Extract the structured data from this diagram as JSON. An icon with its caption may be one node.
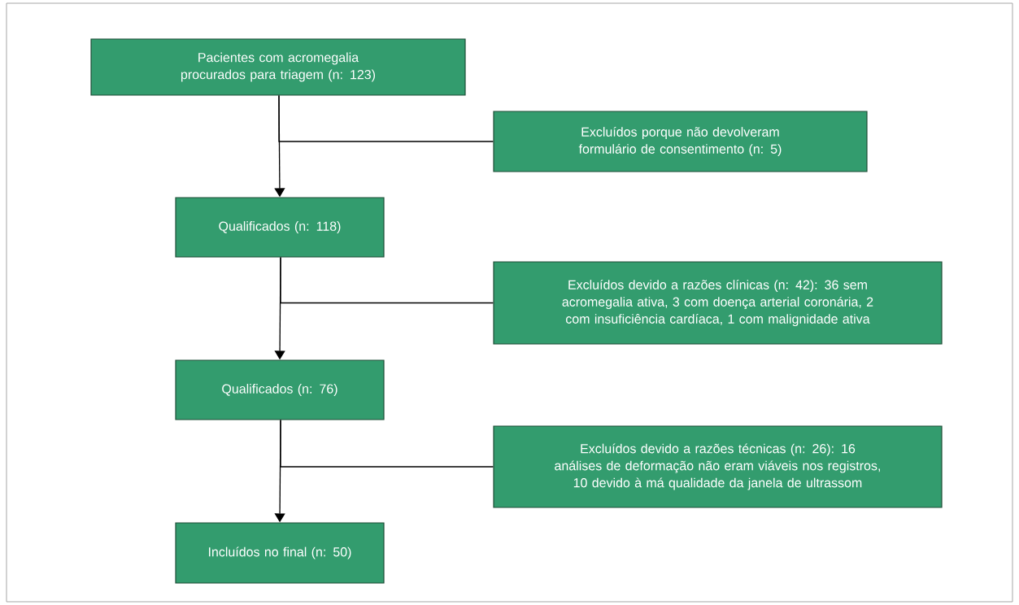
{
  "diagram": {
    "nodes": [
      {
        "text": [
          "Pacientes com acromegalia procurados para triagem (n: 123)"
        ]
      },
      {
        "text": [
          "Excluídos porque não devolveram formulário de consentimento (n: 5)"
        ]
      },
      {
        "text": [
          "Qualificados (n: 118)"
        ]
      },
      {
        "text": [
          "Excluídos devido a razões clínicas (n: 42): 36 sem acromegalia ativa, 3 com doença arterial coronária, 2 com insuficiência cardíaca, 1 com malignidade ativa"
        ]
      },
      {
        "text": [
          "Qualificados (n: 76)"
        ]
      },
      {
        "text": [
          "Excluídos devido a razões técnicas (n: 26): 16 análises de deformação não eram viáveis nos registros, 10 devido à má qualidade da janela de ultrassom"
        ]
      },
      {
        "text": [
          "Incluídos no final (n: 50)"
        ]
      }
    ],
    "edges": [
      {
        "from": 0,
        "to": 2,
        "arrow": "to"
      },
      {
        "from": 0,
        "to": 1,
        "arrow": "none"
      },
      {
        "from": 2,
        "to": 4,
        "arrow": "to"
      },
      {
        "from": 2,
        "to": 3,
        "arrow": "none"
      },
      {
        "from": 4,
        "to": 6,
        "arrow": "to"
      },
      {
        "from": 4,
        "to": 5,
        "arrow": "none"
      }
    ]
  }
}
